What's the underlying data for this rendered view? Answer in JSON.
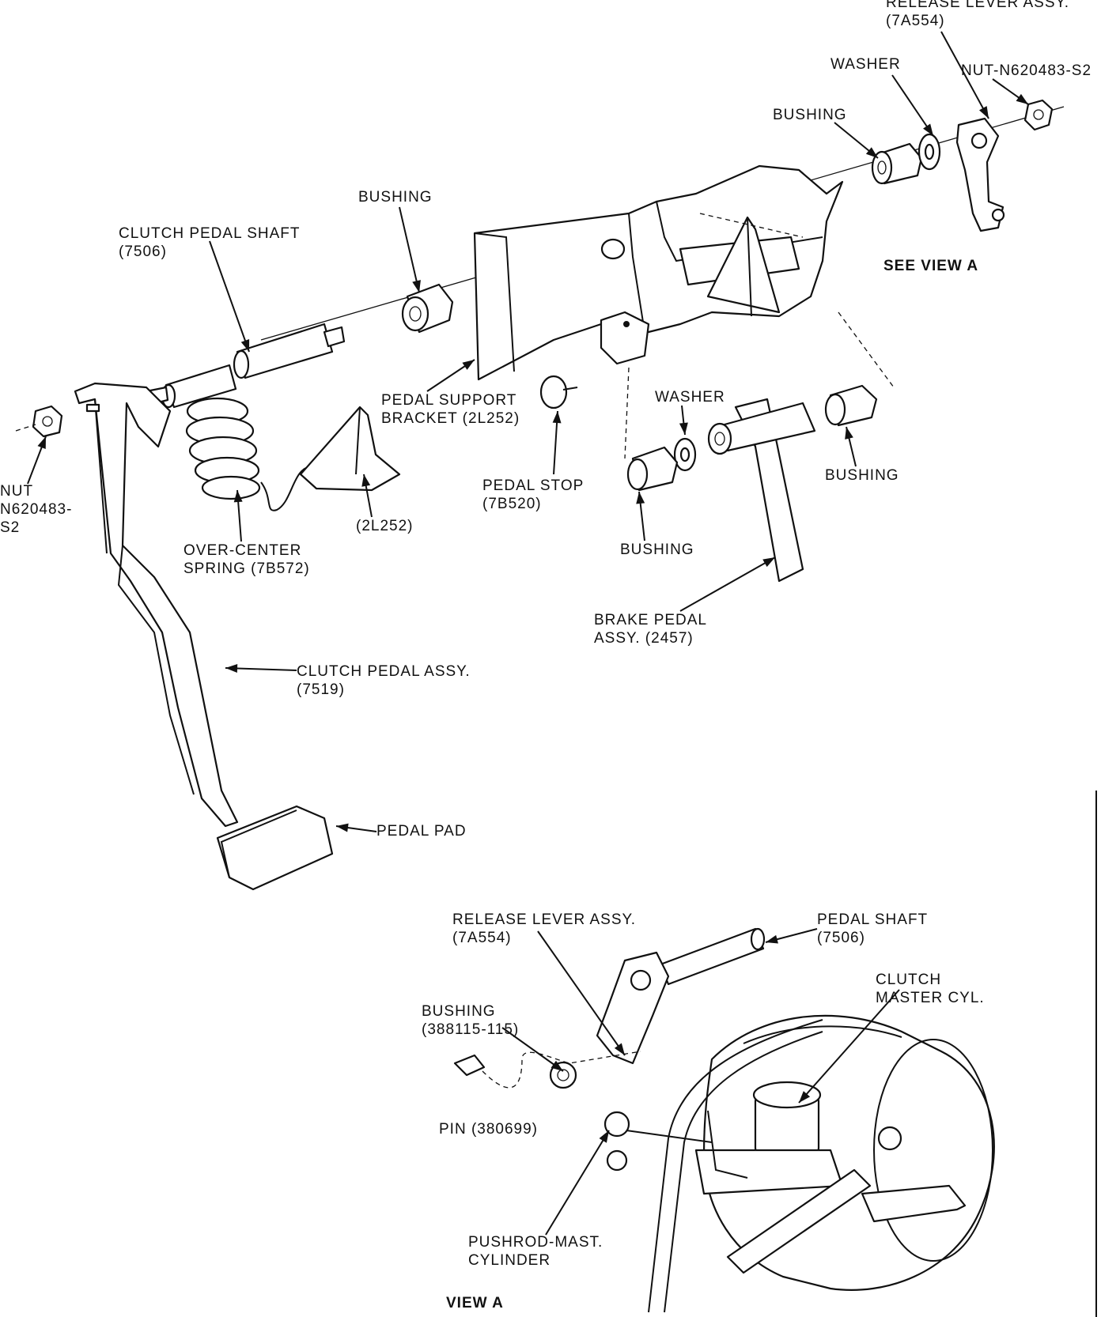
{
  "labels": {
    "release_lever_top": [
      "RELEASE LEVER ASSY.",
      "(7A554)"
    ],
    "washer_top": [
      "WASHER"
    ],
    "nut_top": [
      "NUT-N620483-S2"
    ],
    "bushing_top": [
      "BUSHING"
    ],
    "see_view_a": [
      "SEE VIEW A"
    ],
    "bushing_upper": [
      "BUSHING"
    ],
    "clutch_pedal_shaft": [
      "CLUTCH PEDAL SHAFT",
      "(7506)"
    ],
    "pedal_support_bracket": [
      "PEDAL SUPPORT",
      "BRACKET (2L252)"
    ],
    "washer_mid": [
      "WASHER"
    ],
    "bushing_right": [
      "BUSHING"
    ],
    "nut_left": [
      "NUT",
      "N620483-",
      "S2"
    ],
    "pedal_stop": [
      "PEDAL STOP",
      "(7B520)"
    ],
    "bracket_2l252": [
      "(2L252)"
    ],
    "over_center_spring": [
      "OVER-CENTER",
      "SPRING (7B572)"
    ],
    "bushing_lower": [
      "BUSHING"
    ],
    "brake_pedal": [
      "BRAKE PEDAL",
      "ASSY. (2457)"
    ],
    "clutch_pedal_assy": [
      "CLUTCH PEDAL ASSY.",
      "(7519)"
    ],
    "pedal_pad": [
      "PEDAL PAD"
    ],
    "release_lever_view": [
      "RELEASE LEVER ASSY.",
      "(7A554)"
    ],
    "pedal_shaft_view": [
      "PEDAL SHAFT",
      "(7506)"
    ],
    "clutch_master_cyl": [
      "CLUTCH",
      "MASTER CYL."
    ],
    "bushing_view": [
      "BUSHING",
      "(388115-115)"
    ],
    "pin": [
      "PIN (380699)"
    ],
    "pushrod": [
      "PUSHROD-MAST.",
      "CYLINDER"
    ],
    "view_a": [
      "VIEW A"
    ]
  }
}
